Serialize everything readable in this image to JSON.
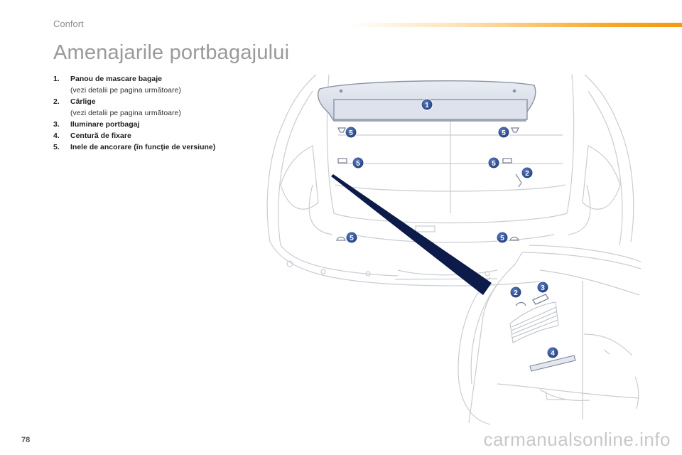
{
  "header": {
    "section": "Confort",
    "title": "Amenajarile portbagajului"
  },
  "legend": [
    {
      "number": "1.",
      "label": "Panou de mascare bagaje",
      "note": "(vezi detalii pe pagina următoare)"
    },
    {
      "number": "2.",
      "label": "Cârlige",
      "note": "(vezi detalii pe pagina următoare)"
    },
    {
      "number": "3.",
      "label": "Iluminare portbagaj",
      "note": ""
    },
    {
      "number": "4.",
      "label": "Centură de fixare",
      "note": ""
    },
    {
      "number": "5.",
      "label": "Inele de ancorare (în funcţie de versiune)",
      "note": ""
    }
  ],
  "callouts": {
    "panel": "1",
    "hook": "2",
    "light": "3",
    "strap": "4",
    "ring": "5"
  },
  "colors": {
    "accent_orange": "#f6a623",
    "callout_blue": "#1f3a78",
    "line_art": "#c9cdd3",
    "navy_pointer": "#0d1b4a"
  },
  "footer": {
    "page_number": "78",
    "watermark": "carmanualsonline.info"
  }
}
